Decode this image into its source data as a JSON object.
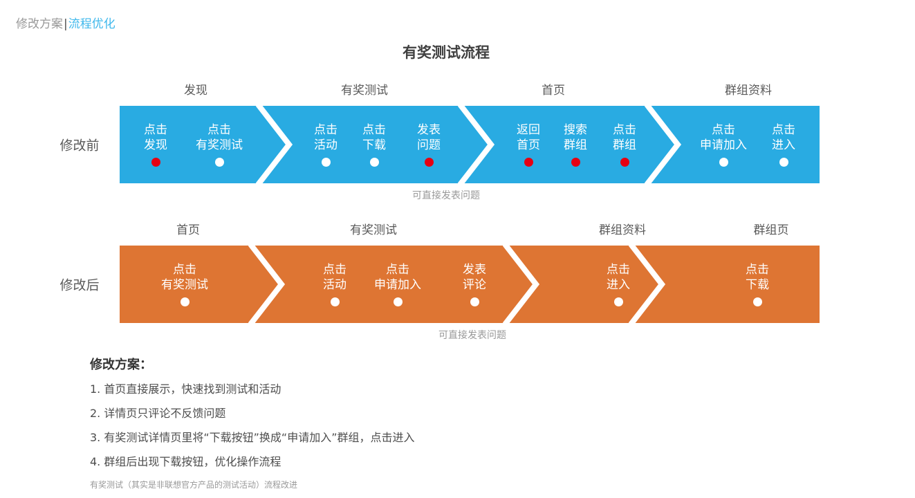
{
  "page": {
    "breadcrumb": {
      "left": "修改方案",
      "divider": "|",
      "right": "流程优化"
    },
    "title": "有奖测试流程"
  },
  "colors": {
    "blue": "#29ABE2",
    "orange": "#DE7533",
    "red": "#E60012",
    "white": "#FFFFFF",
    "link_blue": "#3FB8EC"
  },
  "rows": [
    {
      "name": "before",
      "side_label": "修改前",
      "band_color_key": "blue",
      "stages": [
        "发现",
        "有奖测试",
        "首页",
        "群组资料"
      ],
      "steps": [
        {
          "lines": [
            "点击",
            "发现"
          ],
          "dot": "red"
        },
        {
          "lines": [
            "点击",
            "有奖测试"
          ],
          "dot": "white"
        },
        {
          "lines": [
            "点击",
            "活动"
          ],
          "dot": "white"
        },
        {
          "lines": [
            "点击",
            "下载"
          ],
          "dot": "white"
        },
        {
          "lines": [
            "发表",
            "问题"
          ],
          "dot": "red"
        },
        {
          "lines": [
            "返回",
            "首页"
          ],
          "dot": "red"
        },
        {
          "lines": [
            "搜索",
            "群组"
          ],
          "dot": "red"
        },
        {
          "lines": [
            "点击",
            "群组"
          ],
          "dot": "red"
        },
        {
          "lines": [
            "点击",
            "申请加入"
          ],
          "dot": "white"
        },
        {
          "lines": [
            "点击",
            "进入"
          ],
          "dot": "white"
        }
      ],
      "caption": "可直接发表问题"
    },
    {
      "name": "after",
      "side_label": "修改后",
      "band_color_key": "orange",
      "stages": [
        "首页",
        "有奖测试",
        "群组资料",
        "群组页"
      ],
      "steps": [
        {
          "lines": [
            "点击",
            "有奖测试"
          ],
          "dot": "white"
        },
        {
          "lines": [
            "点击",
            "活动"
          ],
          "dot": "white"
        },
        {
          "lines": [
            "点击",
            "申请加入"
          ],
          "dot": "white"
        },
        {
          "lines": [
            "发表",
            "评论"
          ],
          "dot": "white"
        },
        {
          "lines": [
            "点击",
            "进入"
          ],
          "dot": "white"
        },
        {
          "lines": [
            "点击",
            "下载"
          ],
          "dot": "white"
        }
      ],
      "caption": "可直接发表问题"
    }
  ],
  "notes": {
    "heading": "修改方案：",
    "items": [
      "1. 首页直接展示，快速找到测试和活动",
      "2. 详情页只评论不反馈问题",
      "3. 有奖测试详情页里将“下载按钮”换成“申请加入”群组，点击进入",
      "4. 群组后出现下载按钮，优化操作流程"
    ],
    "footnote": "有奖测试（其实是非联想官方产品的测试活动）流程改进"
  }
}
